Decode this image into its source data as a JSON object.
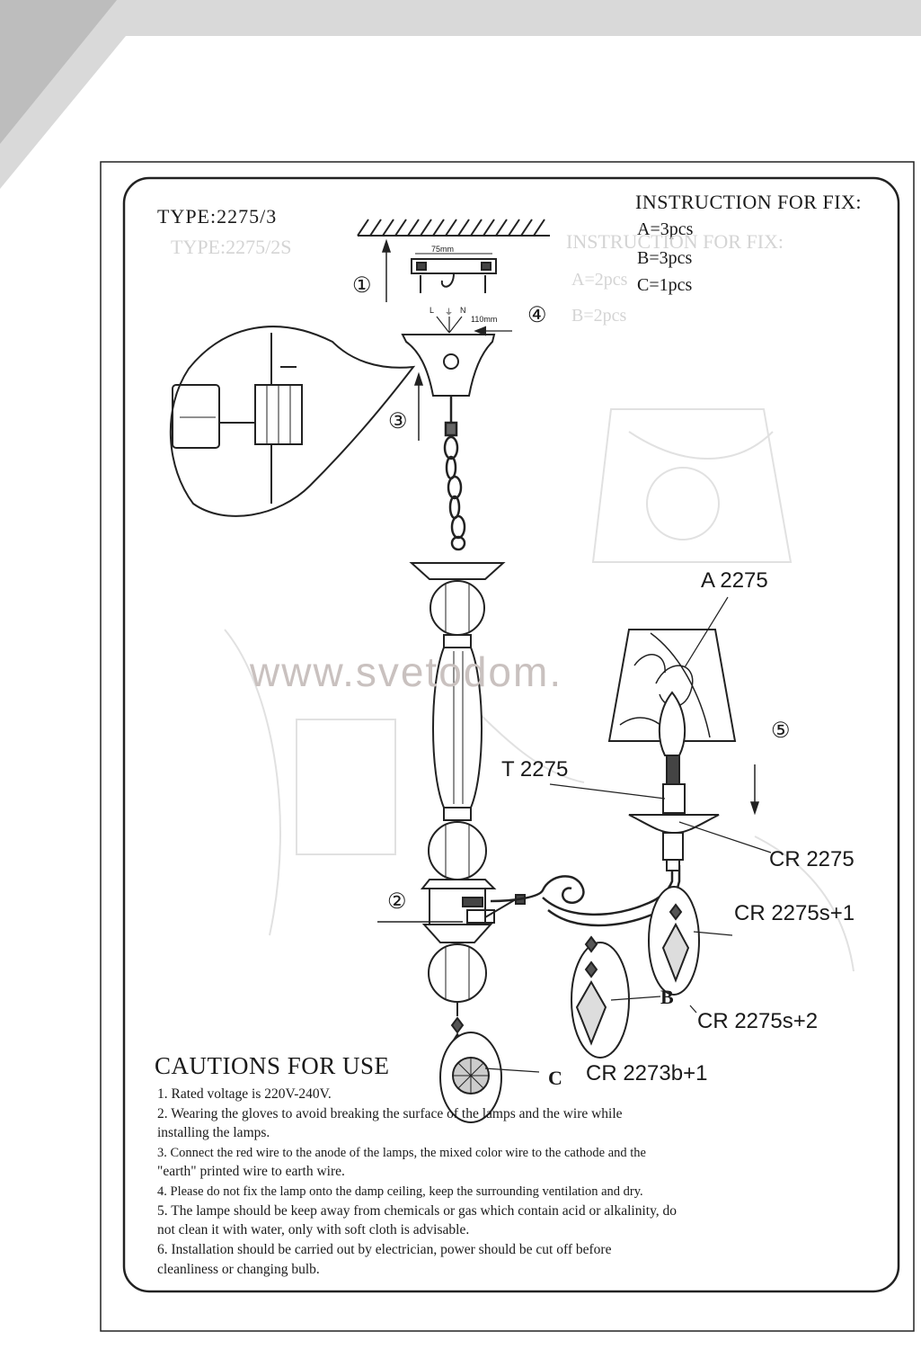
{
  "type_label": "TYPE:2275/3",
  "instruction": {
    "title": "INSTRUCTION FOR FIX:",
    "items": [
      "A=3pcs",
      "B=3pcs",
      "C=1pcs"
    ]
  },
  "ghost_text": {
    "type": "TYPE:2275/2S",
    "title": "INSTRUCTION FOR FIX:",
    "items": [
      "A=2pcs",
      "B=2pcs"
    ]
  },
  "dimensions": {
    "bracket_width": "75mm",
    "canopy_width": "110mm"
  },
  "wire_marks": [
    "L",
    "⏚",
    "N"
  ],
  "step_numbers": [
    "①",
    "②",
    "③",
    "④",
    "⑤"
  ],
  "part_labels": {
    "shade": "A 2275",
    "tube": "T 2275",
    "cup": "CR 2275",
    "crystal_s1": "CR 2275s+1",
    "crystal_s2": "CR 2275s+2",
    "crystal_b1": "CR 2273b+1",
    "letter_b": "B",
    "letter_c": "C"
  },
  "watermark": "www.svetodom.",
  "cautions": {
    "title": "CAUTIONS FOR USE",
    "lines": [
      "1. Rated voltage is 220V-240V.",
      "2. Wearing the gloves to avoid breaking the  surface of the lamps and the wire while",
      "installing the lamps.",
      "3. Connect the red wire to the anode of the lamps, the mixed color wire to the cathode and the",
      "\"earth\" printed wire to earth wire.",
      "4. Please do not fix the lamp onto the damp ceiling, keep the surrounding ventilation and dry.",
      "5. The lampe should be keep away from chemicals or gas which contain acid or alkalinity, do",
      "not clean it with water, only with soft cloth is advisable.",
      "6. Installation should be carried out by electrician, power should be cut off before",
      "cleanliness or changing bulb."
    ]
  }
}
